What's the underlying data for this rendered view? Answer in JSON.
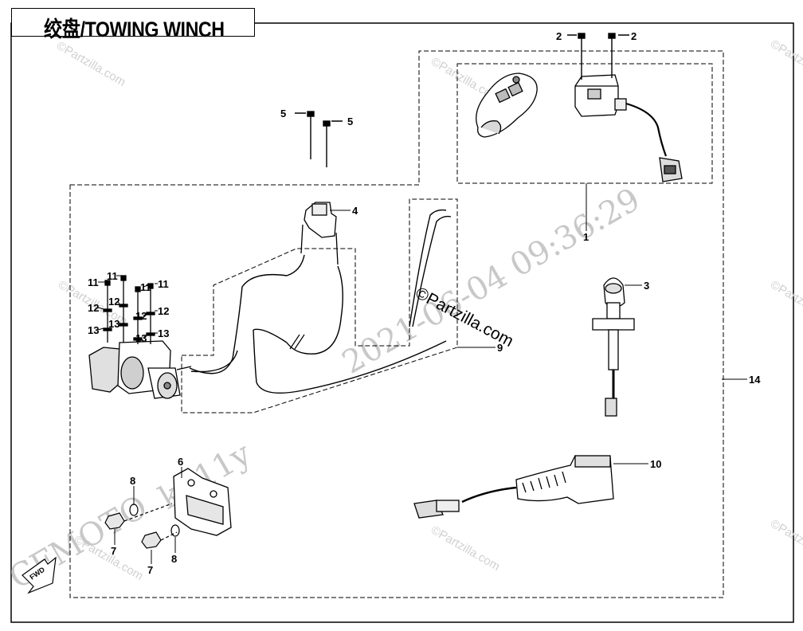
{
  "title": "绞盘/TOWING WINCH",
  "watermarks": {
    "partzilla_small": "©Partzilla.com",
    "partzilla_center": "©Partzilla.com",
    "brand": "CFMOTO",
    "code": "kf-11y",
    "datetime": "2021-06-04  09:36:29"
  },
  "fwd_label": "FWD",
  "callouts": {
    "c1": "1",
    "c2a": "2",
    "c2b": "2",
    "c3": "3",
    "c4": "4",
    "c5a": "5",
    "c5b": "5",
    "c6": "6",
    "c7a": "7",
    "c7b": "7",
    "c8a": "8",
    "c8b": "8",
    "c9": "9",
    "c10": "10",
    "c11a": "11",
    "c11b": "11",
    "c11c": "11",
    "c11d": "11",
    "c12a": "12",
    "c12b": "12",
    "c12c": "12",
    "c12d": "12",
    "c13a": "13",
    "c13b": "13",
    "c13c": "13",
    "c13d": "13",
    "c14": "14"
  },
  "colors": {
    "line": "#000000",
    "watermark": "#c8c8c8"
  }
}
